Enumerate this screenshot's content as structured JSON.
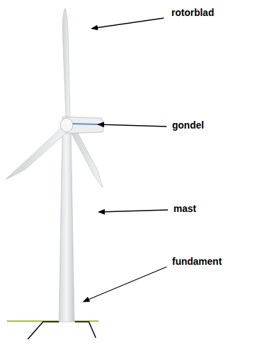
{
  "diagram": {
    "labels": [
      "rotorblad",
      "gondel",
      "mast",
      "fundament"
    ]
  }
}
